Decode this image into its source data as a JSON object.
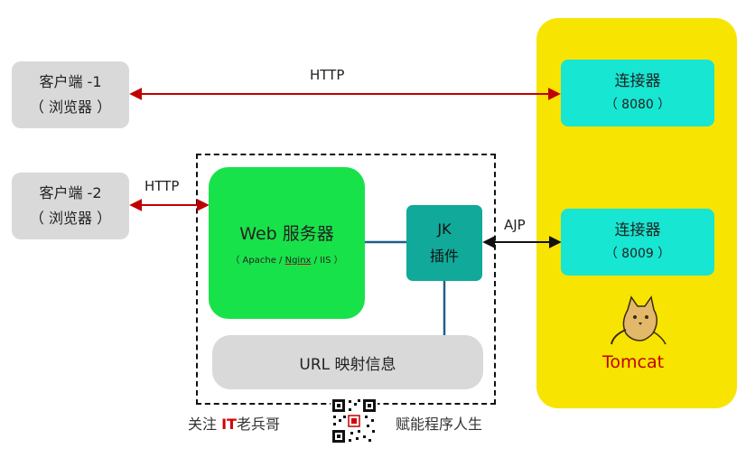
{
  "clients": [
    {
      "name": "客户端 -1",
      "sub": "（ 浏览器 ）"
    },
    {
      "name": "客户端 -2",
      "sub": "（ 浏览器 ）"
    }
  ],
  "connectors": [
    {
      "name": "连接器",
      "port": "（ 8080 ）"
    },
    {
      "name": "连接器",
      "port": "（ 8009 ）"
    }
  ],
  "web_server": {
    "title": "Web 服务器",
    "sub_prefix": "（ Apache / ",
    "sub_nginx": "Nginx",
    "sub_suffix": " / IIS ）"
  },
  "jk_plugin": {
    "line1": "JK",
    "line2": "插件"
  },
  "url_info": "URL 映射信息",
  "edges": {
    "http_top": "HTTP",
    "http_left": "HTTP",
    "ajp": "AJP"
  },
  "tomcat_label": "Tomcat",
  "footer": {
    "left_prefix": "关注 ",
    "left_it": "IT",
    "left_suffix": "老兵哥",
    "right": "赋能程序人生"
  },
  "colors": {
    "tomcat_panel": "#f7e400",
    "connector": "#16e6d2",
    "web_server": "#18e24a",
    "jk_plugin": "#10a99a",
    "client": "#d9d9d9",
    "http_arrow": "#c00000",
    "ajp_arrow": "#111111",
    "link_line": "#1f5f8b"
  }
}
